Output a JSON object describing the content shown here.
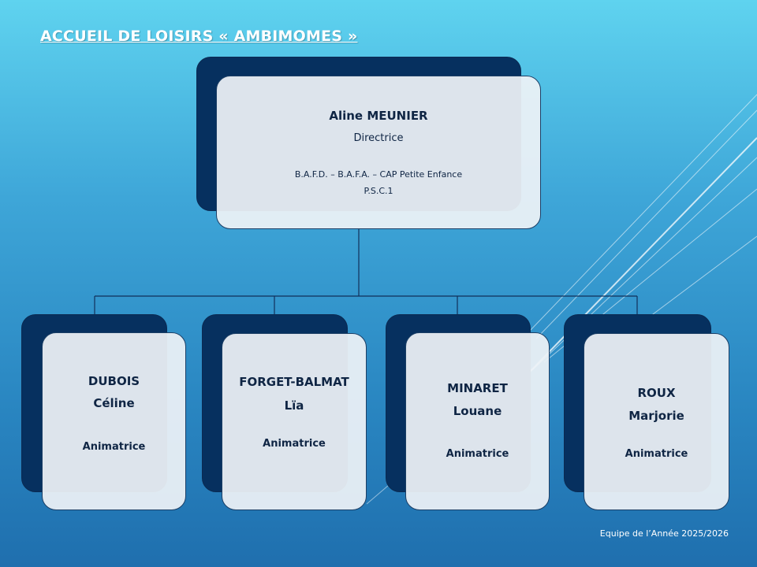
{
  "slide": {
    "title": "ACCUEIL DE LOISIRS « AMBIMOMES »",
    "footer": "Equipe de l’Année 2025/2026"
  },
  "director": {
    "name": "Aline MEUNIER",
    "role": "Directrice",
    "qualifications_1": "B.A.F.D. – B.A.F.A. – CAP Petite Enfance",
    "qualifications_2": "P.S.C.1"
  },
  "staff": [
    {
      "last_name": "DUBOIS",
      "first_name": "Céline",
      "role": "Animatrice"
    },
    {
      "last_name": "FORGET-BALMAT",
      "first_name": "Lïa",
      "role": "Animatrice"
    },
    {
      "last_name": "MINARET",
      "first_name": "Louane",
      "role": "Animatrice"
    },
    {
      "last_name": "ROUX",
      "first_name": "Marjorie",
      "role": "Animatrice"
    }
  ],
  "colors": {
    "box_back": "#06305f",
    "box_front": "#eef2f6",
    "text": "#0f2544",
    "connector": "#12305a"
  }
}
